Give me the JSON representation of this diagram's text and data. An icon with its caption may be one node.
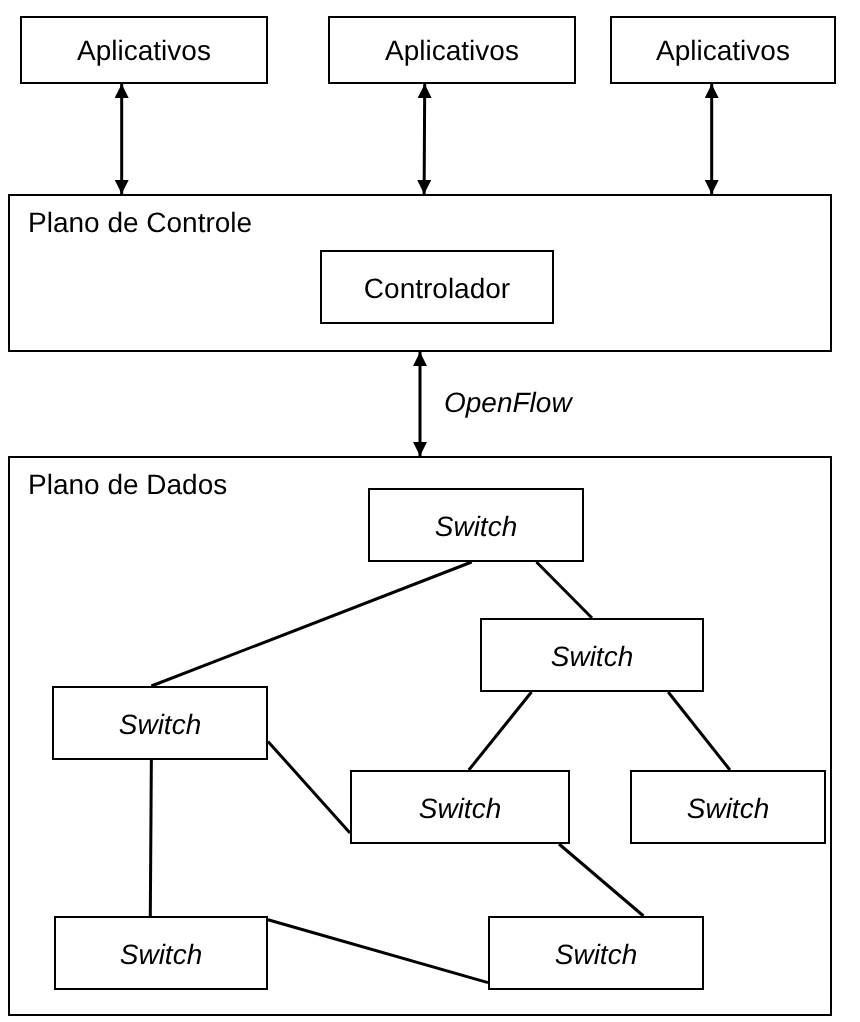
{
  "diagram": {
    "nodes": [
      {
        "text": [
          "Aplicativos"
        ]
      },
      {
        "text": [
          "Aplicativos"
        ]
      },
      {
        "text": [
          "Aplicativos"
        ]
      },
      {
        "text": [
          "Plano de Controle"
        ]
      },
      {
        "text": [
          "Controlador"
        ],
        "in": 3
      },
      {
        "text": [
          "Plano de Dados"
        ]
      },
      {
        "text": [
          "Switch"
        ],
        "in": 5
      },
      {
        "text": [
          "Switch"
        ],
        "in": 5
      },
      {
        "text": [
          "Switch"
        ],
        "in": 5
      },
      {
        "text": [
          "Switch"
        ],
        "in": 5
      },
      {
        "text": [
          "Switch"
        ],
        "in": 5
      },
      {
        "text": [
          "Switch"
        ],
        "in": 5
      },
      {
        "text": [
          "Switch"
        ],
        "in": 5
      }
    ],
    "edges": [
      {
        "from": 0,
        "to": 3,
        "arrow": "both"
      },
      {
        "from": 1,
        "to": 3,
        "arrow": "both"
      },
      {
        "from": 2,
        "to": 3,
        "arrow": "both"
      },
      {
        "from": 3,
        "to": 5,
        "arrow": "both",
        "label": "OpenFlow"
      },
      {
        "from": 6,
        "to": 8,
        "arrow": "none"
      },
      {
        "from": 6,
        "to": 7,
        "arrow": "none"
      },
      {
        "from": 8,
        "to": 9,
        "arrow": "none"
      },
      {
        "from": 8,
        "to": 11,
        "arrow": "none"
      },
      {
        "from": 7,
        "to": 9,
        "arrow": "none"
      },
      {
        "from": 7,
        "to": 10,
        "arrow": "none"
      },
      {
        "from": 9,
        "to": 12,
        "arrow": "none"
      },
      {
        "from": 11,
        "to": 12,
        "arrow": "none"
      }
    ]
  }
}
